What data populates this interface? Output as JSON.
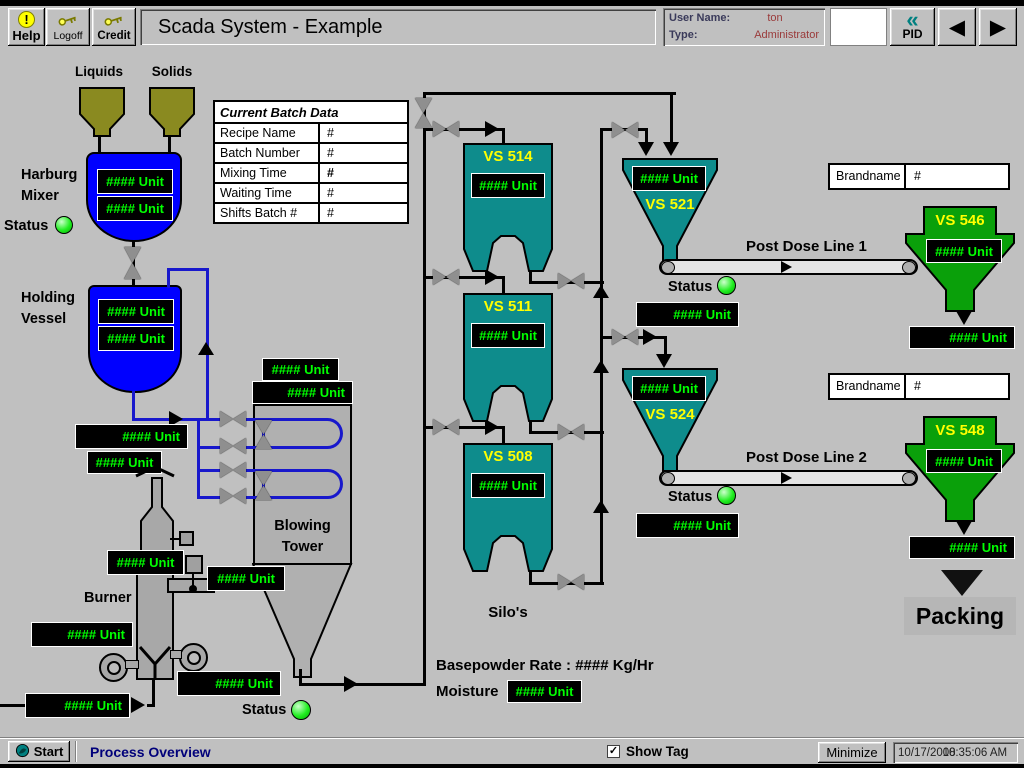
{
  "toolbar": {
    "help": "Help",
    "logoff": "Logoff",
    "credit": "Credit",
    "title": "Scada System - Example",
    "user_name_label": "User Name:",
    "user_name": "ton",
    "type_label": "Type:",
    "type_value": "Administrator",
    "pid": "PID"
  },
  "icons": {
    "help_icon": "!",
    "pid_chevrons": "«",
    "prev_arrow": "◀",
    "next_arrow": "▶",
    "check": "✓"
  },
  "batch_table": {
    "header": "Current Batch Data",
    "rows": [
      {
        "label": "Recipe Name",
        "value": "#"
      },
      {
        "label": "Batch Number",
        "value": "#"
      },
      {
        "label": "Mixing Time",
        "value": "#"
      },
      {
        "label": "Waiting Time",
        "value": "#"
      },
      {
        "label": "Shifts Batch #",
        "value": "#"
      }
    ]
  },
  "labels": {
    "liquids": "Liquids",
    "solids": "Solids",
    "mixer": "Harburg Mixer",
    "holding": "Holding Vessel",
    "status": "Status",
    "blowing_tower": "Blowing Tower",
    "burner": "Burner",
    "silos": "Silo's",
    "basepowder": "Basepowder Rate : #### Kg/Hr",
    "moisture": "Moisture",
    "post_dose_line1": "Post Dose Line 1",
    "post_dose_line2": "Post Dose Line 2",
    "brandname": "Brandname",
    "brand_value": "#",
    "packing": "Packing"
  },
  "display_value": "#### Unit",
  "vessels": {
    "vs514": "VS 514",
    "vs511": "VS 511",
    "vs508": "VS 508",
    "vs521": "VS 521",
    "vs524": "VS 524",
    "vs546": "VS 546",
    "vs548": "VS 548"
  },
  "taskbar": {
    "start": "Start",
    "screen": "Process Overview",
    "show_tag": "Show Tag",
    "minimize": "Minimize",
    "date": "10/17/2008",
    "time": "10:35:06 AM"
  },
  "colors": {
    "background": "#c0c0c0",
    "display_text": "#00ff00",
    "silo_teal": "#0e8c8c",
    "post_hopper_green": "#0aa00a",
    "vessel_blue": "#0000ff",
    "pipe_blue": "#1818cc",
    "hopper_olive": "#8a8a20",
    "label_yellow": "#ffff00",
    "led_green": "#22dd22",
    "user_text_red": "#9a3a3a",
    "taskbar_text_navy": "#00007a"
  }
}
